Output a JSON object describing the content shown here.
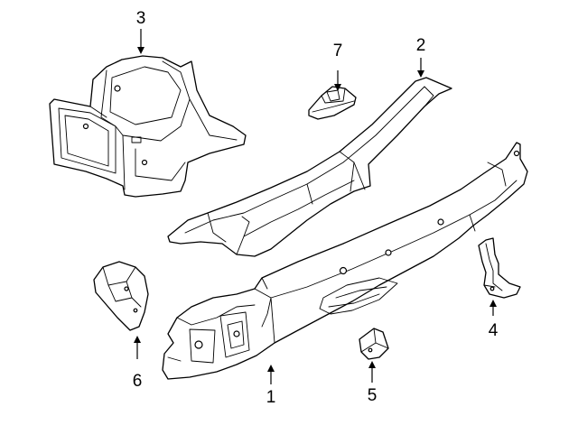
{
  "diagram": {
    "background_color": "#ffffff",
    "line_color": "#000000",
    "callouts": [
      {
        "id": "part-1",
        "number": "1"
      },
      {
        "id": "part-2",
        "number": "2"
      },
      {
        "id": "part-3",
        "number": "3"
      },
      {
        "id": "part-4",
        "number": "4"
      },
      {
        "id": "part-5",
        "number": "5"
      },
      {
        "id": "part-6",
        "number": "6"
      },
      {
        "id": "part-7",
        "number": "7"
      }
    ]
  }
}
